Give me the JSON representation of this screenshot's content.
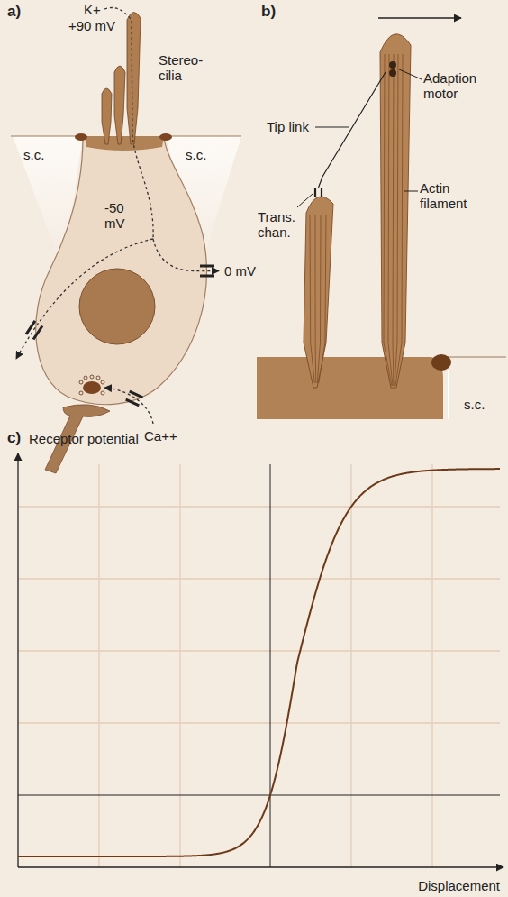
{
  "diagram": {
    "labels": [
      "a)",
      "K+",
      "+90 mV",
      "Stereo- cilia",
      "s.c.",
      "s.c.",
      "-50 mV",
      "0 mV",
      "Ca++",
      "b)",
      "Tip link",
      "Adaption motor",
      "Trans. chan.",
      "Actin filament",
      "s.c.",
      "c)",
      "Receptor potential",
      "Displacement"
    ]
  }
}
